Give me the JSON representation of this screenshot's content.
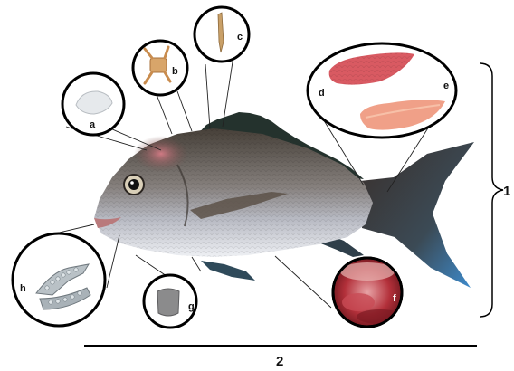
{
  "labels": {
    "a": "a",
    "b": "b",
    "c": "c",
    "d": "d",
    "e": "e",
    "f": "f",
    "g": "g",
    "h": "h",
    "bracket": "1",
    "length": "2"
  },
  "colors": {
    "fish_back": "#4f473f",
    "fish_side": "#8d8b8f",
    "fish_belly": "#e7eaf0",
    "fin_dark": "#24322d",
    "fin_tail_tip": "#3d8ccf",
    "head_red": "#c36a74",
    "fillet_d": "#d95a62",
    "fillet_e": "#f0a088",
    "organ_f": "#b3303a",
    "circle_stroke": "#000000",
    "leader_stroke": "#222222"
  },
  "icons": {
    "a": "otolith-icon",
    "b": "vertebra-icon",
    "c": "spine-icon",
    "d": "fillet-icon",
    "e": "fillet-icon",
    "f": "gonad-icon",
    "g": "scale-icon",
    "h": "jaw-icon"
  }
}
